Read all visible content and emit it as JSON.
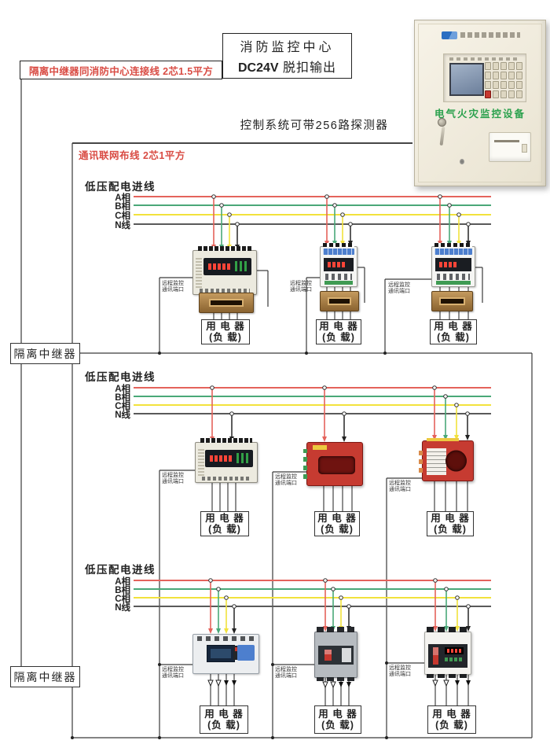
{
  "colors": {
    "phase_a": "#e4635c",
    "phase_b": "#4aa878",
    "phase_c": "#f2e23c",
    "phase_n": "#5a5a5a",
    "red_text": "#d94c44",
    "green_text": "#2ba14d"
  },
  "header": {
    "connection_note": "隔离中继器同消防中心连接线 2芯1.5平方",
    "center_line1": "消防监控中心",
    "center_line2_bold": "DC24V",
    "center_line2_rest": "脱扣输出",
    "capacity_note": "控制系统可带256路探测器",
    "network_note": "通讯联网布线 2芯1平方"
  },
  "panel": {
    "title": "电气火灾监控设备"
  },
  "repeater": {
    "label": "隔离中继器"
  },
  "bus": {
    "header": "低压配电进线",
    "phase_a": "A相",
    "phase_b": "B相",
    "phase_c": "C相",
    "phase_n": "N线"
  },
  "comm": {
    "line1": "远程监控",
    "line2": "通讯端口"
  },
  "load": {
    "line1": "用 电 器",
    "line2": "(负 载)"
  }
}
